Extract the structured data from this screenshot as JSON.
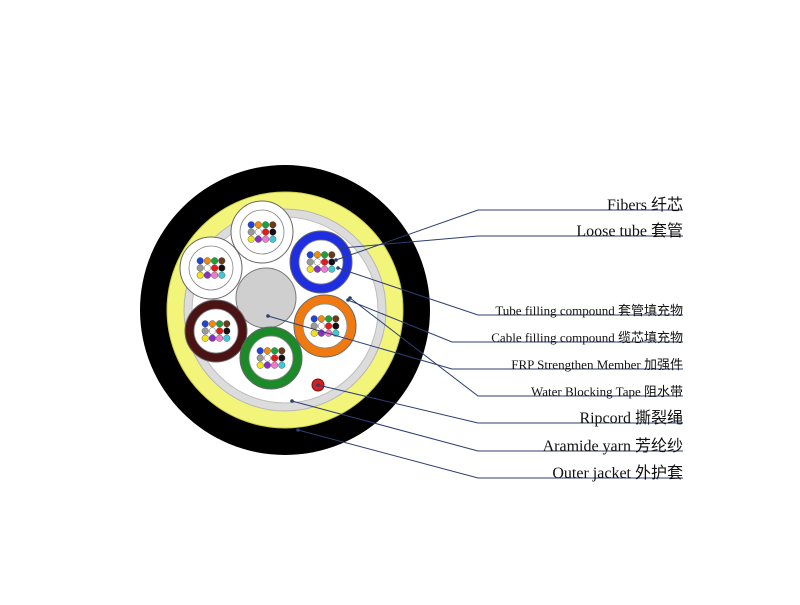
{
  "labels": {
    "fibers": "Fibers 纤芯",
    "loose_tube": "Loose tube 套管",
    "tube_filling": "Tube filling compound 套管填充物",
    "cable_filling": "Cable filling compound 缆芯填充物",
    "frp": "FRP Strengthen Member 加强件",
    "water_blocking": "Water Blocking Tape 阻水带",
    "ripcord": "Ripcord 撕裂绳",
    "aramide": "Aramide yarn 芳纶纱",
    "outer_jacket": "Outer jacket 外护套"
  },
  "colors": {
    "leader_line": "#2c3e73",
    "outer_jacket": "#000000",
    "aramid_yarn": "#f3f57a",
    "water_blocking_tape": "#dcdcdc",
    "core_fill": "#ffffff",
    "frp": "#cfcfcf",
    "ripcord": "#d21f1f",
    "tubes": {
      "white_1": "#ffffff",
      "white_2": "#ffffff",
      "blue": "#1f2ee0",
      "orange": "#f07a10",
      "green": "#1d8a2a",
      "brown": "#4a1414"
    },
    "fiber_colors": [
      "#1f45d6",
      "#f08a10",
      "#1ea03a",
      "#6b3a1a",
      "#9a9a9a",
      "#ffffff",
      "#e41b1b",
      "#111111",
      "#f2e21a",
      "#8b2fc9",
      "#f07ac8",
      "#3fc9d6"
    ]
  }
}
